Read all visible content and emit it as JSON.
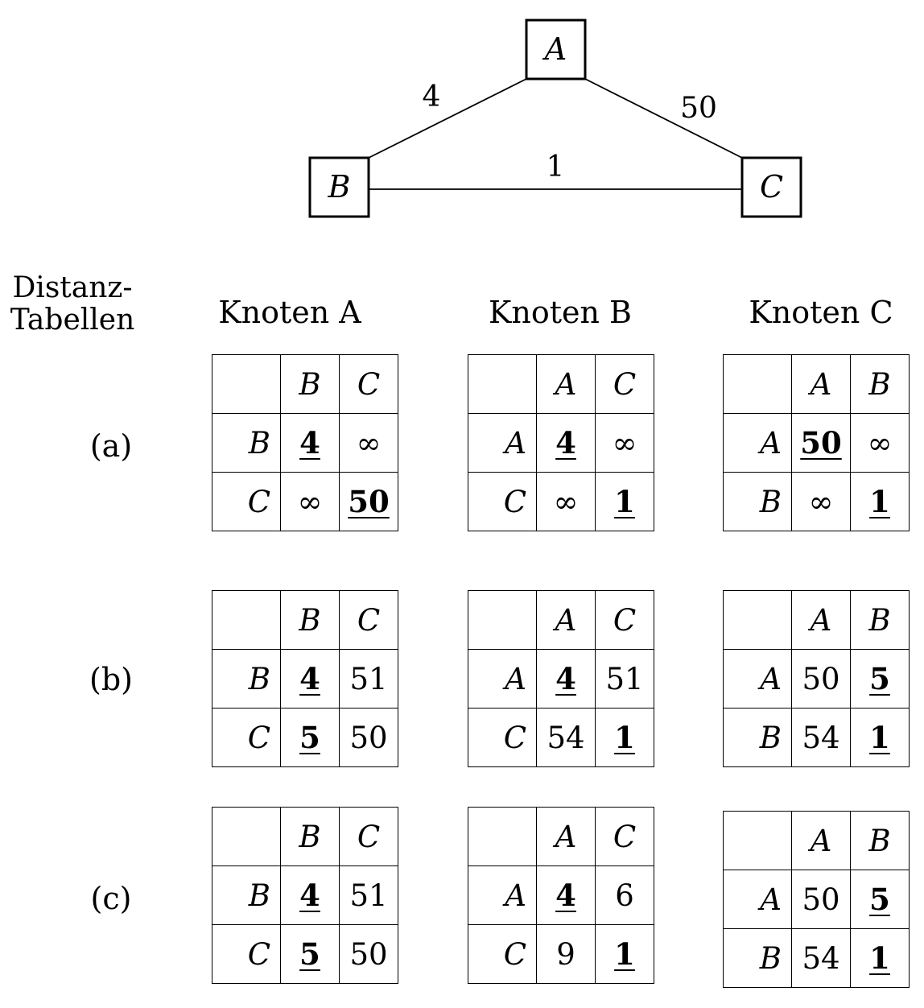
{
  "graph": {
    "nodes": [
      {
        "id": "A",
        "label": "A"
      },
      {
        "id": "B",
        "label": "B"
      },
      {
        "id": "C",
        "label": "C"
      }
    ],
    "edges": [
      {
        "from": "A",
        "to": "B",
        "weight": "4"
      },
      {
        "from": "A",
        "to": "C",
        "weight": "50"
      },
      {
        "from": "B",
        "to": "C",
        "weight": "1"
      }
    ]
  },
  "side_label": {
    "line1": "Distanz-",
    "line2": "Tabellen"
  },
  "columns": [
    "Knoten A",
    "Knoten B",
    "Knoten C"
  ],
  "rows": [
    "(a)",
    "(b)",
    "(c)"
  ],
  "tables": {
    "a": [
      {
        "headers": [
          "B",
          "C"
        ],
        "rows": [
          {
            "label": "B",
            "cells": [
              {
                "v": "4",
                "min": true
              },
              {
                "v": "∞",
                "min": false
              }
            ]
          },
          {
            "label": "C",
            "cells": [
              {
                "v": "∞",
                "min": false
              },
              {
                "v": "50",
                "min": true
              }
            ]
          }
        ]
      },
      {
        "headers": [
          "A",
          "C"
        ],
        "rows": [
          {
            "label": "A",
            "cells": [
              {
                "v": "4",
                "min": true
              },
              {
                "v": "∞",
                "min": false
              }
            ]
          },
          {
            "label": "C",
            "cells": [
              {
                "v": "∞",
                "min": false
              },
              {
                "v": "1",
                "min": true
              }
            ]
          }
        ]
      },
      {
        "headers": [
          "A",
          "B"
        ],
        "rows": [
          {
            "label": "A",
            "cells": [
              {
                "v": "50",
                "min": true
              },
              {
                "v": "∞",
                "min": false
              }
            ]
          },
          {
            "label": "B",
            "cells": [
              {
                "v": "∞",
                "min": false
              },
              {
                "v": "1",
                "min": true
              }
            ]
          }
        ]
      }
    ],
    "b": [
      {
        "headers": [
          "B",
          "C"
        ],
        "rows": [
          {
            "label": "B",
            "cells": [
              {
                "v": "4",
                "min": true
              },
              {
                "v": "51",
                "min": false
              }
            ]
          },
          {
            "label": "C",
            "cells": [
              {
                "v": "5",
                "min": true
              },
              {
                "v": "50",
                "min": false
              }
            ]
          }
        ]
      },
      {
        "headers": [
          "A",
          "C"
        ],
        "rows": [
          {
            "label": "A",
            "cells": [
              {
                "v": "4",
                "min": true
              },
              {
                "v": "51",
                "min": false
              }
            ]
          },
          {
            "label": "C",
            "cells": [
              {
                "v": "54",
                "min": false
              },
              {
                "v": "1",
                "min": true
              }
            ]
          }
        ]
      },
      {
        "headers": [
          "A",
          "B"
        ],
        "rows": [
          {
            "label": "A",
            "cells": [
              {
                "v": "50",
                "min": false
              },
              {
                "v": "5",
                "min": true
              }
            ]
          },
          {
            "label": "B",
            "cells": [
              {
                "v": "54",
                "min": false
              },
              {
                "v": "1",
                "min": true
              }
            ]
          }
        ]
      }
    ],
    "c": [
      {
        "headers": [
          "B",
          "C"
        ],
        "rows": [
          {
            "label": "B",
            "cells": [
              {
                "v": "4",
                "min": true
              },
              {
                "v": "51",
                "min": false
              }
            ]
          },
          {
            "label": "C",
            "cells": [
              {
                "v": "5",
                "min": true
              },
              {
                "v": "50",
                "min": false
              }
            ]
          }
        ]
      },
      {
        "headers": [
          "A",
          "C"
        ],
        "rows": [
          {
            "label": "A",
            "cells": [
              {
                "v": "4",
                "min": true
              },
              {
                "v": "6",
                "min": false
              }
            ]
          },
          {
            "label": "C",
            "cells": [
              {
                "v": "9",
                "min": false
              },
              {
                "v": "1",
                "min": true
              }
            ]
          }
        ]
      },
      {
        "headers": [
          "A",
          "B"
        ],
        "rows": [
          {
            "label": "A",
            "cells": [
              {
                "v": "50",
                "min": false
              },
              {
                "v": "5",
                "min": true
              }
            ]
          },
          {
            "label": "B",
            "cells": [
              {
                "v": "54",
                "min": false
              },
              {
                "v": "1",
                "min": true
              }
            ]
          }
        ]
      }
    ]
  }
}
